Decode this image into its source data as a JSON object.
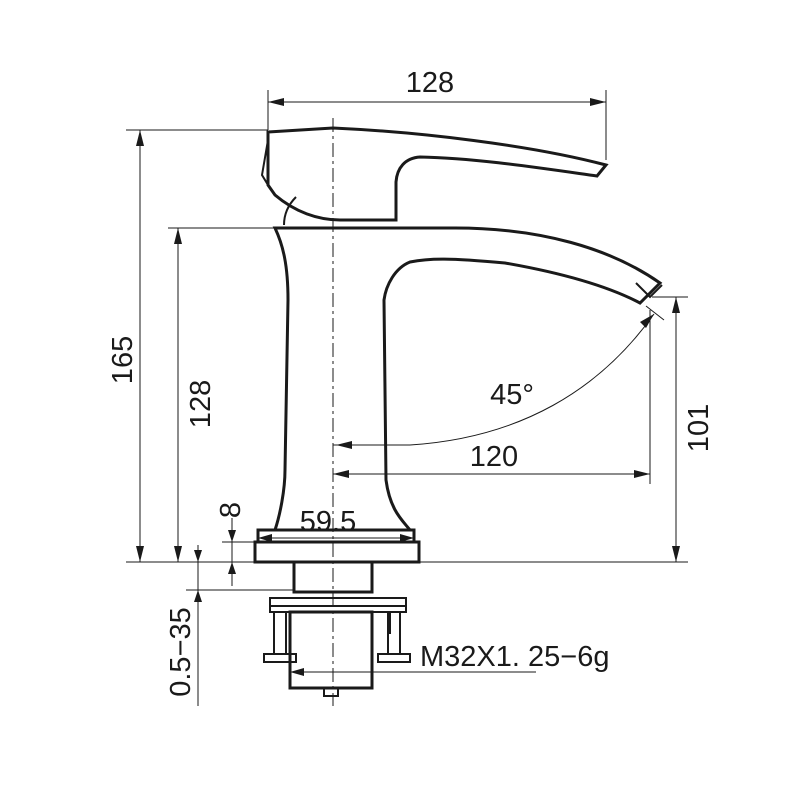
{
  "drawing": {
    "dimensions": {
      "width_top": "128",
      "total_height": "165",
      "body_height": "128",
      "spout_height": "101",
      "spout_reach": "120",
      "swivel_angle": "45°",
      "base_diameter": "59.5",
      "base_thickness": "8",
      "mount_thickness": "0.5−35",
      "thread_spec": "M32X1. 25−6g"
    }
  }
}
